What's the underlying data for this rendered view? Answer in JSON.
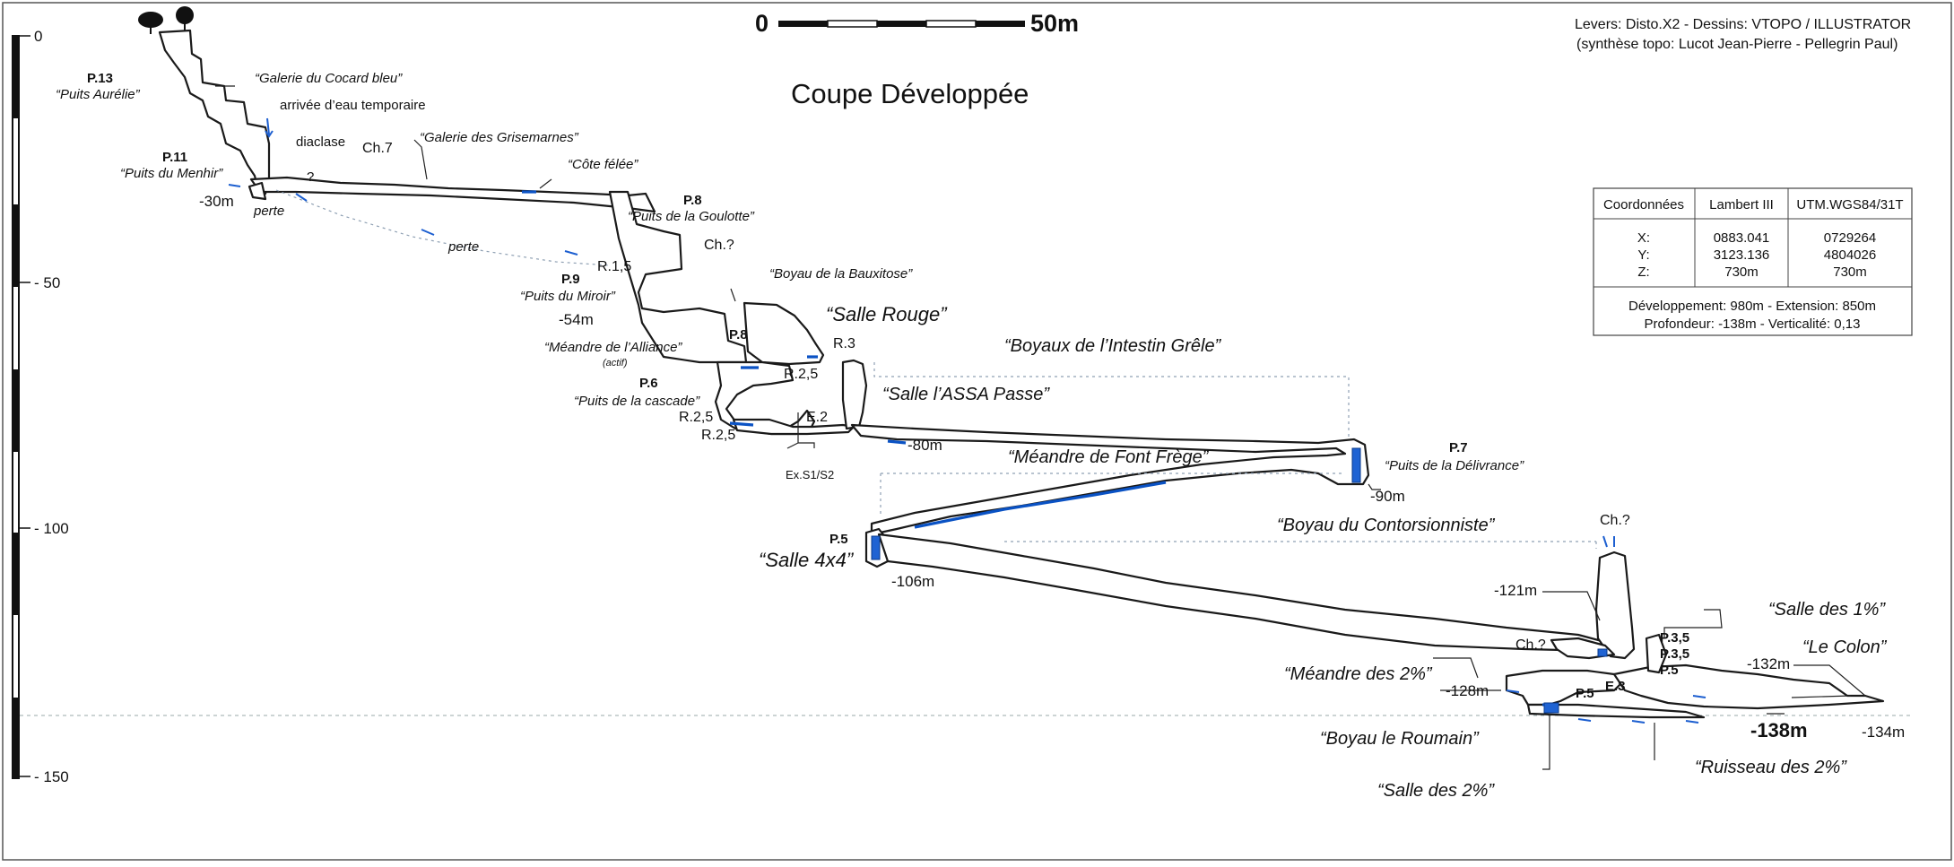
{
  "header": {
    "credits_line1": "Levers: Disto.X2 - Dessins: VTOPO / ILLUSTRATOR",
    "credits_line2": "(synthèse topo:  Lucot Jean-Pierre  - Pellegrin Paul)",
    "title": "Coupe Développée",
    "scale_start": "0",
    "scale_end": "50m"
  },
  "depth_axis": {
    "ticks": [
      {
        "value": 0,
        "label": "0"
      },
      {
        "value": -50,
        "label": "- 50"
      },
      {
        "value": -100,
        "label": "- 100"
      },
      {
        "value": -150,
        "label": "- 150"
      }
    ]
  },
  "coordinates": {
    "headers": [
      "Coordonnées",
      "Lambert III",
      "UTM.WGS84/31T"
    ],
    "rows": [
      {
        "axis": "X:",
        "lambert": "0883.041",
        "utm": "0729264"
      },
      {
        "axis": "Y:",
        "lambert": "3123.136",
        "utm": "4804026"
      },
      {
        "axis": "Z:",
        "lambert": "730m",
        "utm": "730m"
      }
    ],
    "summary_line1": "Développement: 980m  -  Extension: 850m",
    "summary_line2": "Profondeur: -138m  -  Verticalité: 0,13"
  },
  "pitch_labels": {
    "p13_code": "P.13",
    "p13_name": "“Puits Aurélie”",
    "p11_code": "P.11",
    "p11_name": "“Puits du Menhir”",
    "p8a_code": "P.8",
    "p8a_name": "“Puits de la Goulotte”",
    "p9_code": "P.9",
    "p9_name": "“Puits du Miroir”",
    "p8b_code": "P.8",
    "p6_code": "P.6",
    "p6_name": "“Puits de la cascade”",
    "p7_code": "P.7",
    "p7_name": "“Puits de la Délivrance”",
    "p5a_code": "P.5",
    "p5b_code": "P.5",
    "p35a": "P.3,5",
    "p35b": "P.3,5",
    "p5c_code": "P.5"
  },
  "feature_labels": {
    "galerie_cocard": "“Galerie du Cocard bleu”",
    "arrivee_eau": "arrivée d’eau temporaire",
    "diaclase": "diaclase",
    "question": "?",
    "ch7": "Ch.7",
    "galerie_grisemarnes": "“Galerie des Grisemarnes”",
    "cote_felee": "“Côte félée”",
    "perte1": "perte",
    "perte2": "perte",
    "ch_q1": "Ch.?",
    "boyau_bauxitose": "“Boyau de la Bauxitose”",
    "r15": "R.1,5",
    "meandre_alliance": "“Méandre de l’Alliance”",
    "actif": "(actif)",
    "r3": "R.3",
    "r25a": "R.2,5",
    "r25b": "R.2,5",
    "r25c": "R.2,5",
    "e2": "E.2",
    "ex_s1s2": "Ex.S1/S2",
    "ch_q2": "Ch.?",
    "ch_q3": "Ch.?",
    "e3": "E.3"
  },
  "room_labels": {
    "salle_rouge": "“Salle Rouge”",
    "boyaux_intestin": "“Boyaux de l’Intestin Grêle”",
    "salle_assa": "“Salle l’ASSA Passe”",
    "meandre_font_frege": "“Méandre de Font Frège”",
    "boyau_contorsionniste": "“Boyau du Contorsionniste”",
    "salle_4x4": "“Salle 4x4”",
    "salle_1pct": "“Salle des 1%”",
    "le_colon": "“Le Colon”",
    "meandre_2pct": "“Méandre des 2%”",
    "boyau_roumain": "“Boyau le Roumain”",
    "ruisseau_2pct": "“Ruisseau des 2%”",
    "salle_2pct": "“Salle des 2%”"
  },
  "depth_labels": {
    "d30": "-30m",
    "d54": "-54m",
    "d80": "-80m",
    "d90": "-90m",
    "d106": "-106m",
    "d121": "-121m",
    "d128": "-128m",
    "d132": "-132m",
    "d138": "-138m",
    "d134": "-134m"
  },
  "colors": {
    "water": "#1f63d3",
    "outline": "#1a1a1a",
    "frame": "#555555"
  }
}
